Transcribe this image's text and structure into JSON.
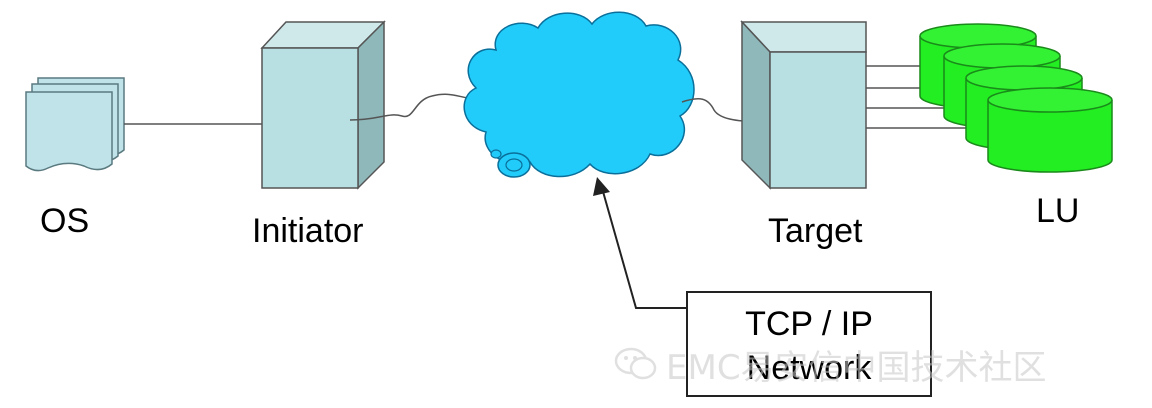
{
  "labels": {
    "os": "OS",
    "initiator": "Initiator",
    "target": "Target",
    "lu": "LU"
  },
  "network_box": {
    "line1": "TCP / IP",
    "line2": "Network"
  },
  "watermark": {
    "text": "EMC易安信中国技术社区"
  },
  "colors": {
    "cloud": "#22ccfa",
    "server_front": "#b8dfe2",
    "server_side": "#8fb8bb",
    "disk": "#22ee22",
    "document": "#bfe3e8"
  }
}
